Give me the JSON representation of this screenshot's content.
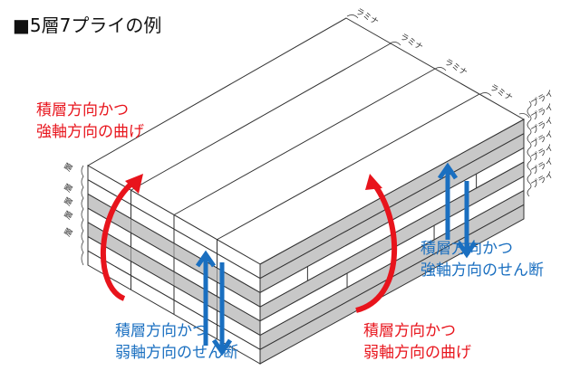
{
  "title": "■5層7プライの例",
  "labels": {
    "strong_bending": [
      "積層方向かつ",
      "強軸方向の曲げ"
    ],
    "strong_shear": [
      "積層方向かつ",
      "強軸方向のせん断"
    ],
    "weak_shear": [
      "積層方向かつ",
      "弱軸方向のせん断"
    ],
    "weak_bending": [
      "積層方向かつ",
      "弱軸方向の曲げ"
    ]
  },
  "lamina_labels": [
    "ラミナ",
    "ラミナ",
    "ラミナ",
    "ラミナ"
  ],
  "ply_labels": [
    "プライ",
    "プライ",
    "プライ",
    "プライ",
    "プライ",
    "プライ",
    "プライ"
  ],
  "layer_labels": [
    "層",
    "層",
    "層",
    "層",
    "層"
  ],
  "colors": {
    "red": "#e8141c",
    "blue": "#1a6fc0",
    "gray_ply": "#c8c8c8"
  }
}
